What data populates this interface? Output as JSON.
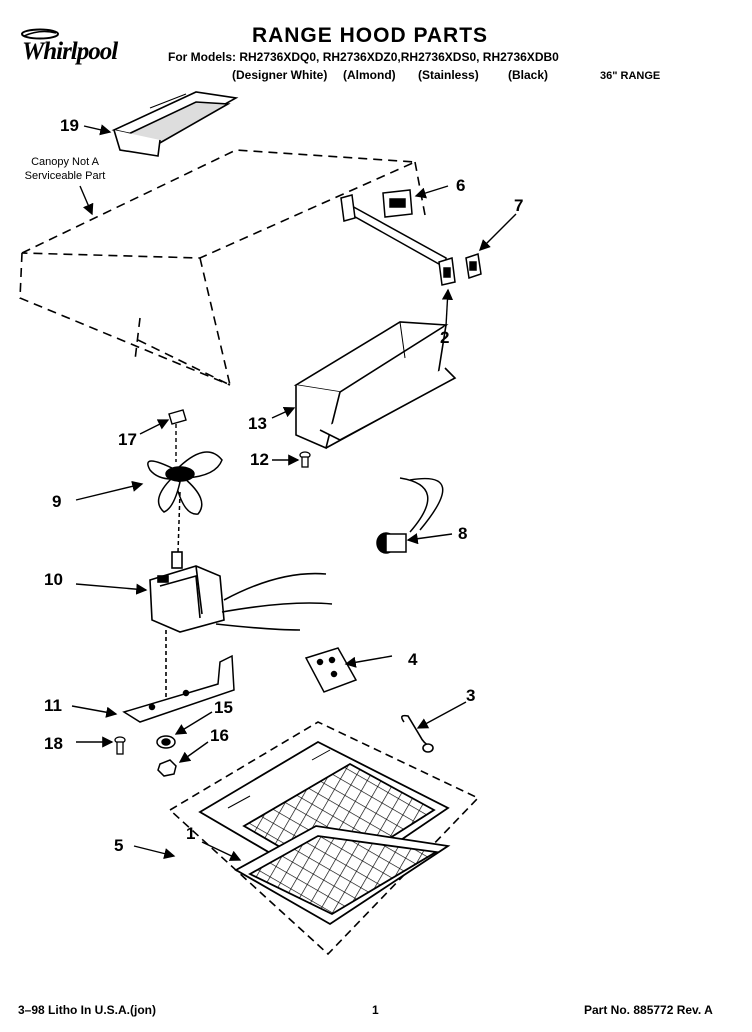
{
  "header": {
    "title": "RANGE HOOD PARTS",
    "models_line": "For Models: RH2736XDQ0, RH2736XDZ0,RH2736XDS0, RH2736XDB0",
    "finishes": [
      "(Designer White)",
      "(Almond)",
      "(Stainless)",
      "(Black)"
    ],
    "range_note": "36\" RANGE",
    "brand": "Whirlpool"
  },
  "canopy_note": {
    "line1": "Canopy Not A",
    "line2": "Serviceable Part"
  },
  "callouts": [
    "19",
    "6",
    "7",
    "2",
    "13",
    "17",
    "12",
    "9",
    "8",
    "10",
    "4",
    "11",
    "15",
    "3",
    "18",
    "16",
    "5",
    "1"
  ],
  "footer": {
    "litho": "3–98 Litho In U.S.A.(jon)",
    "page": "1",
    "part_no": "Part No. 885772 Rev. A"
  }
}
